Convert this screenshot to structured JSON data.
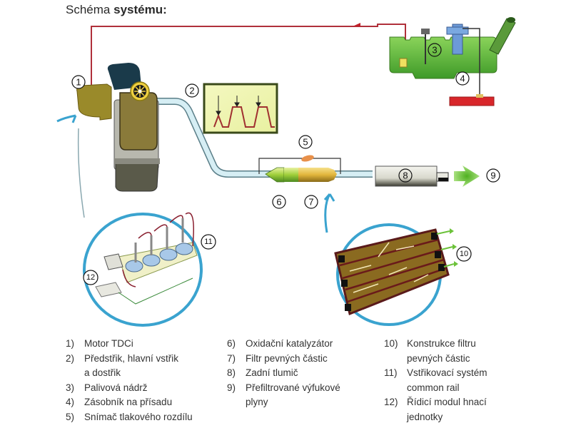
{
  "title": {
    "normal": "Schéma",
    "bold": "systému:"
  },
  "callouts": [
    "1",
    "2",
    "3",
    "4",
    "5",
    "6",
    "7",
    "8",
    "9",
    "10",
    "11",
    "12"
  ],
  "colors": {
    "fuel_line": "#b0303a",
    "tank_green": "#5fb83a",
    "engine_olive": "#8a7a22",
    "exhaust_pipe": "#c9e4ec",
    "zoom_circle": "#3aa3cf",
    "outflow_arrow": "#6cc23a",
    "additive_reservoir": "#d8262a"
  },
  "legend": {
    "col1": [
      {
        "num": "1)",
        "lines": [
          "Motor TDCi"
        ]
      },
      {
        "num": "2)",
        "lines": [
          "Předstřik, hlavní vstřik",
          "a dostřik"
        ]
      },
      {
        "num": "3)",
        "lines": [
          "Palivová nádrž"
        ]
      },
      {
        "num": "4)",
        "lines": [
          "Zásobník na přísadu"
        ]
      },
      {
        "num": "5)",
        "lines": [
          "Snímač tlakového rozdílu"
        ]
      }
    ],
    "col2": [
      {
        "num": "6)",
        "lines": [
          "Oxidační katalyzátor"
        ]
      },
      {
        "num": "7)",
        "lines": [
          "Filtr pevných částic"
        ]
      },
      {
        "num": "8)",
        "lines": [
          "Zadní tlumič"
        ]
      },
      {
        "num": "9)",
        "lines": [
          "Přefiltrované výfukové",
          "plyny"
        ]
      }
    ],
    "col3": [
      {
        "num": "10)",
        "lines": [
          "Konstrukce filtru",
          "pevných částic"
        ]
      },
      {
        "num": "11)",
        "lines": [
          "Vstřikovací systém",
          "common rail"
        ]
      },
      {
        "num": "12)",
        "lines": [
          "Řídicí modul hnací",
          "jednotky"
        ]
      }
    ]
  }
}
